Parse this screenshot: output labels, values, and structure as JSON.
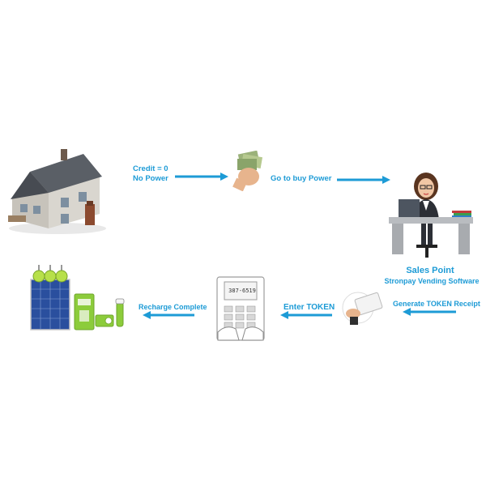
{
  "flow": {
    "credit_label": "Credit = 0",
    "no_power_prefix": "No ",
    "no_power_emph": "Power",
    "buy_prefix": "Go to buy ",
    "buy_emph": "Power",
    "sales_point_title": "Sales Point",
    "sales_point_subtitle": "Stronpay Vending Software",
    "generate_token": "Generate TOKEN Receipt",
    "enter_token": "Enter TOKEN",
    "recharge_complete": "Recharge Complete"
  },
  "devices": {
    "keypad_display": "387-6519"
  },
  "colors": {
    "accent": "#1d9bd6",
    "arrow": "#1d9bd6",
    "roof": "#5a5f66",
    "solar_panel": "#2a4f9e",
    "device_green": "#8ccc3b"
  },
  "icons": [
    "house-icon",
    "money-hand-icon",
    "sales-woman-icon",
    "token-card-icon",
    "keypad-meter-icon",
    "solar-kit-icon"
  ]
}
